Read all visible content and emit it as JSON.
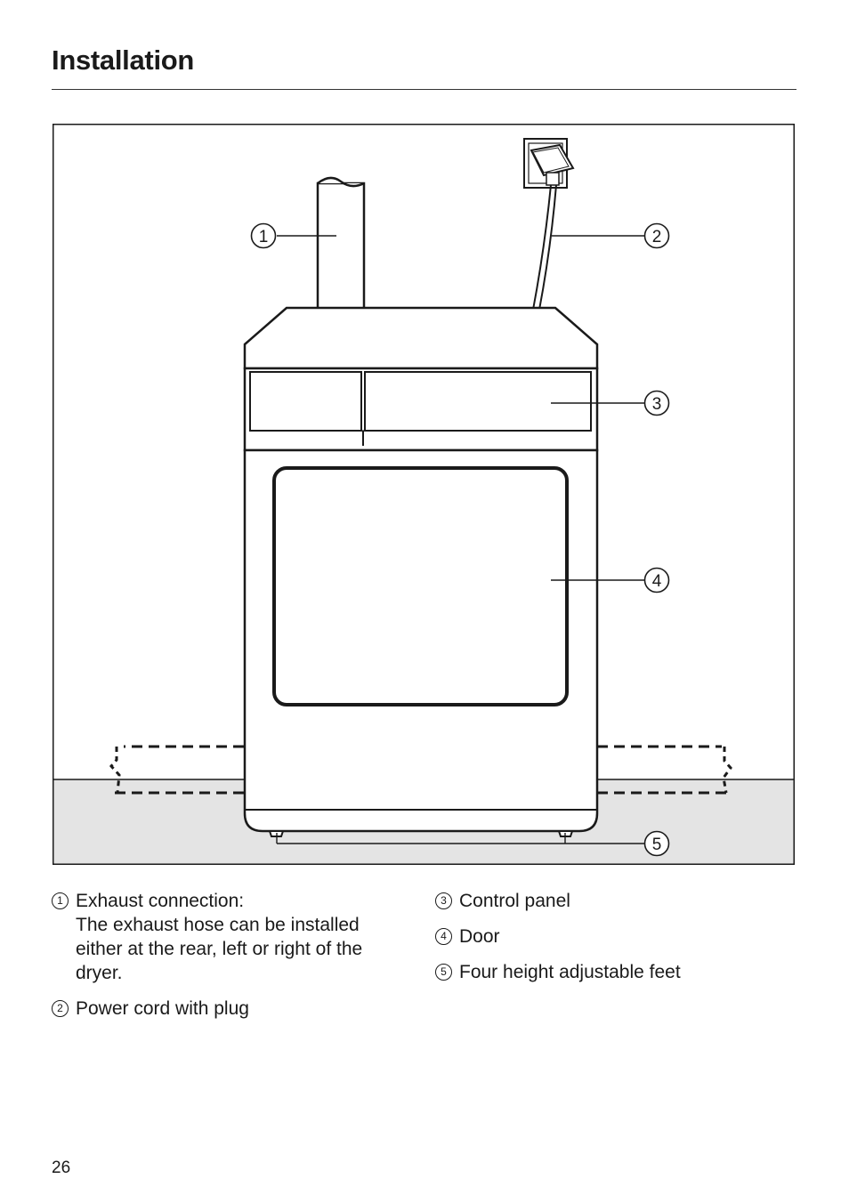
{
  "header": {
    "title": "Installation"
  },
  "figure": {
    "callouts": [
      "1",
      "2",
      "3",
      "4",
      "5"
    ]
  },
  "legend": {
    "left": [
      {
        "number": "1",
        "label": "Exhaust connection:",
        "description": "The exhaust hose can be installed either at the rear, left or right of the dryer."
      },
      {
        "number": "2",
        "label": "Power cord with plug",
        "description": ""
      }
    ],
    "right": [
      {
        "number": "3",
        "label": "Control panel"
      },
      {
        "number": "4",
        "label": "Door"
      },
      {
        "number": "5",
        "label": "Four height adjustable feet"
      }
    ]
  },
  "footer": {
    "page_number": "26"
  }
}
